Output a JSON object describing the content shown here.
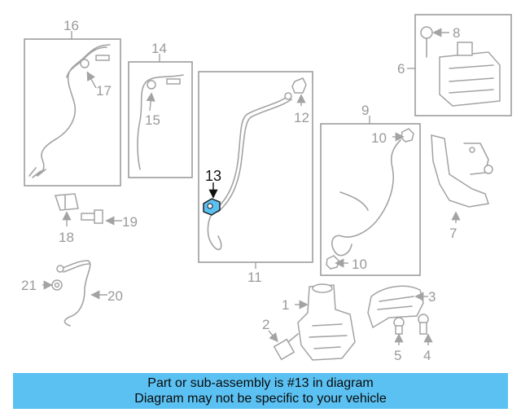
{
  "banner": {
    "line1": "Part or sub-assembly is #13 in diagram",
    "line2": "Diagram may not be specific to your vehicle"
  },
  "highlight_color": "#5bc1f2",
  "highlighted_part": "13",
  "callouts": {
    "c1": "1",
    "c2": "2",
    "c3": "3",
    "c4": "4",
    "c5": "5",
    "c6": "6",
    "c7": "7",
    "c8": "8",
    "c9": "9",
    "c10a": "10",
    "c10b": "10",
    "c11": "11",
    "c12": "12",
    "c13": "13",
    "c14": "14",
    "c15": "15",
    "c16": "16",
    "c17": "17",
    "c18": "18",
    "c19": "19",
    "c20": "20",
    "c21": "21"
  }
}
